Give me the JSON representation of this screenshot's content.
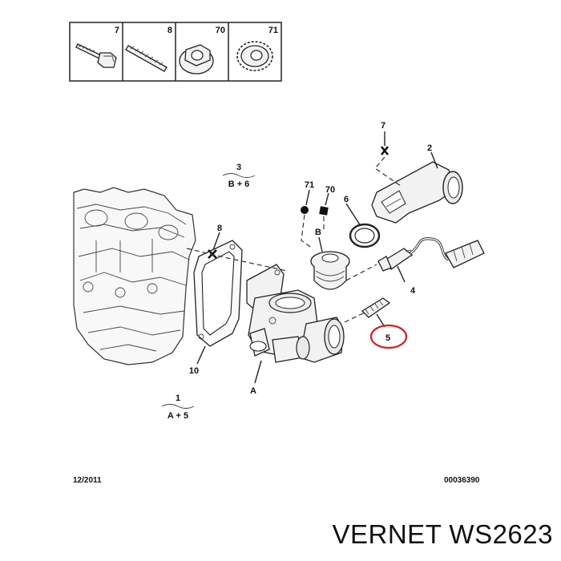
{
  "legend": [
    {
      "number": "7",
      "icon": "bolt-icon"
    },
    {
      "number": "8",
      "icon": "stud-icon"
    },
    {
      "number": "70",
      "icon": "flange-nut-icon"
    },
    {
      "number": "71",
      "icon": "serrated-washer-icon"
    }
  ],
  "callouts": {
    "c1": "1",
    "c1_sub": "A + 5",
    "c2": "2",
    "c3": "3",
    "c3_sub": "B + 6",
    "c4": "4",
    "c5": "5",
    "c6": "6",
    "c7": "7",
    "c8": "8",
    "c10": "10",
    "c70": "70",
    "c71": "71",
    "cA": "A",
    "cB": "B"
  },
  "highlight_color": "#d42020",
  "footer": {
    "date": "12/2011",
    "ref": "00036390"
  },
  "brand": "VERNET WS2623"
}
